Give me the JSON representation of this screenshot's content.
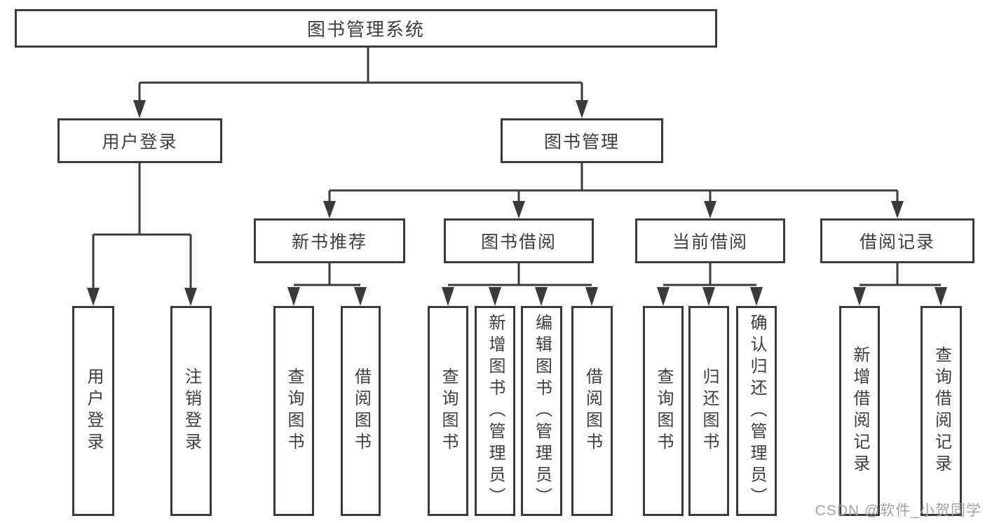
{
  "diagram": {
    "title": "图书管理系统",
    "level2": [
      {
        "label": "用户登录",
        "parent": "图书管理系统"
      },
      {
        "label": "图书管理",
        "parent": "图书管理系统"
      }
    ],
    "level3": [
      {
        "label": "新书推荐",
        "parent": "图书管理"
      },
      {
        "label": "图书借阅",
        "parent": "图书管理"
      },
      {
        "label": "当前借阅",
        "parent": "图书管理"
      },
      {
        "label": "借阅记录",
        "parent": "图书管理"
      }
    ],
    "leaves": [
      {
        "label": "用户登录",
        "parent": "用户登录"
      },
      {
        "label": "注销登录",
        "parent": "用户登录"
      },
      {
        "label": "查询图书",
        "parent": "新书推荐"
      },
      {
        "label": "借阅图书",
        "parent": "新书推荐"
      },
      {
        "label": "查询图书",
        "parent": "图书借阅"
      },
      {
        "label": "新增图书（管理员）",
        "parent": "图书借阅"
      },
      {
        "label": "编辑图书（管理员）",
        "parent": "图书借阅"
      },
      {
        "label": "借阅图书",
        "parent": "图书借阅"
      },
      {
        "label": "查询图书",
        "parent": "当前借阅"
      },
      {
        "label": "归还图书",
        "parent": "当前借阅"
      },
      {
        "label": "确认归还（管理员）",
        "parent": "当前借阅"
      },
      {
        "label": "新增借阅记录",
        "parent": "借阅记录"
      },
      {
        "label": "查询借阅记录",
        "parent": "借阅记录"
      }
    ]
  },
  "watermark": {
    "text": "CSDN @软件_小贺同学"
  },
  "colors": {
    "line": "#3a3a3a",
    "box_border": "#3a3a3a",
    "box_fill": "#ffffff",
    "text": "#3d3d3d",
    "watermark": "#a3a3a3",
    "background": "#ffffff"
  }
}
